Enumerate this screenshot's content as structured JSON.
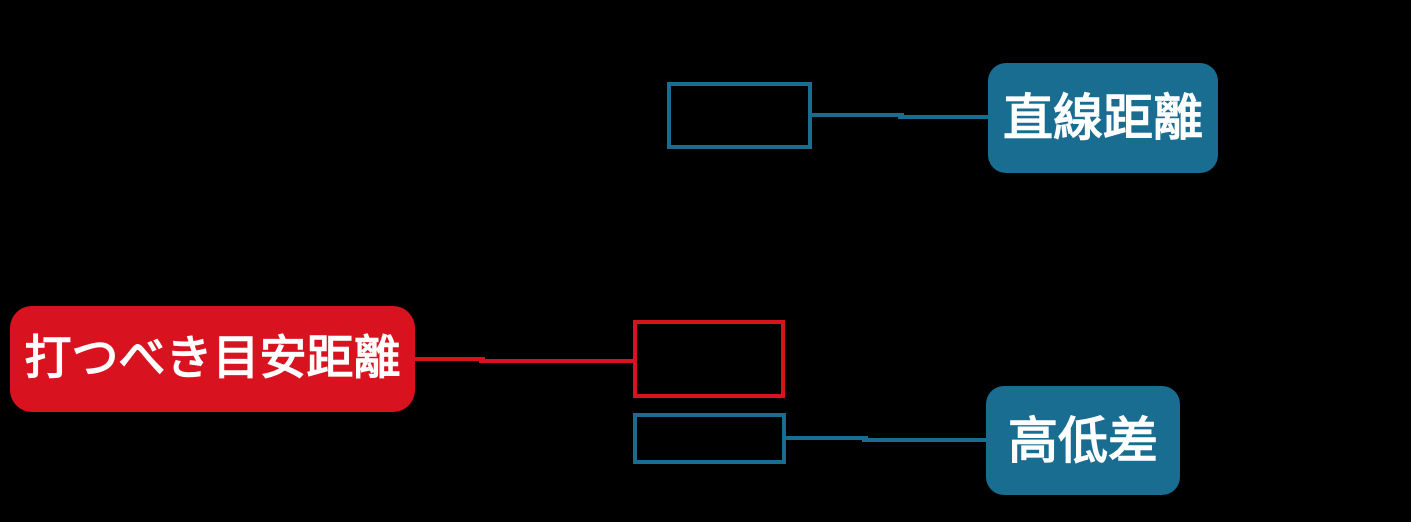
{
  "diagram": {
    "background": "#000000",
    "colors": {
      "teal": "#186d91",
      "red": "#d9121f",
      "label_text": "#ffffff"
    },
    "labels": {
      "target_distance": "打つべき目安距離",
      "straight_distance": "直線距離",
      "elevation_difference": "高低差"
    },
    "value_boxes": {
      "straight_distance_value": "",
      "target_distance_value": "",
      "elevation_difference_value": ""
    }
  }
}
